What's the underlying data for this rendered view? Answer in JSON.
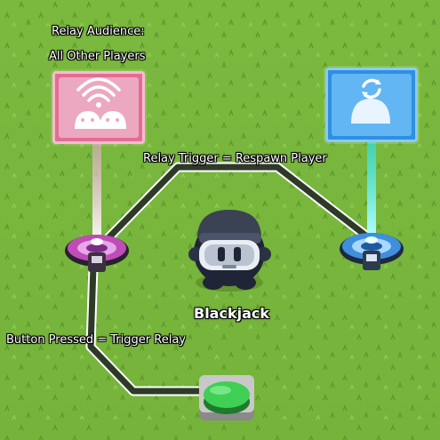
{
  "relay_audience": {
    "line1": "Relay Audience:",
    "line2": "All Other Players"
  },
  "wire_labels": {
    "relay_trigger": "Relay Trigger = Respawn Player",
    "button_pressed": "Button Pressed = Trigger Relay"
  },
  "player": {
    "name": "Blackjack"
  },
  "devices": {
    "relay_icon": "relay-players-icon",
    "respawn_icon": "respawn-player-icon",
    "button_icon": "push-button-icon"
  },
  "colors": {
    "grass": "#7ab83e",
    "relay_card": "#e36d92",
    "respawn_card": "#2f8fe0",
    "relay_beam": "#f4a6d8",
    "respawn_beam": "#23e6f0",
    "button": "#3fcf55"
  }
}
